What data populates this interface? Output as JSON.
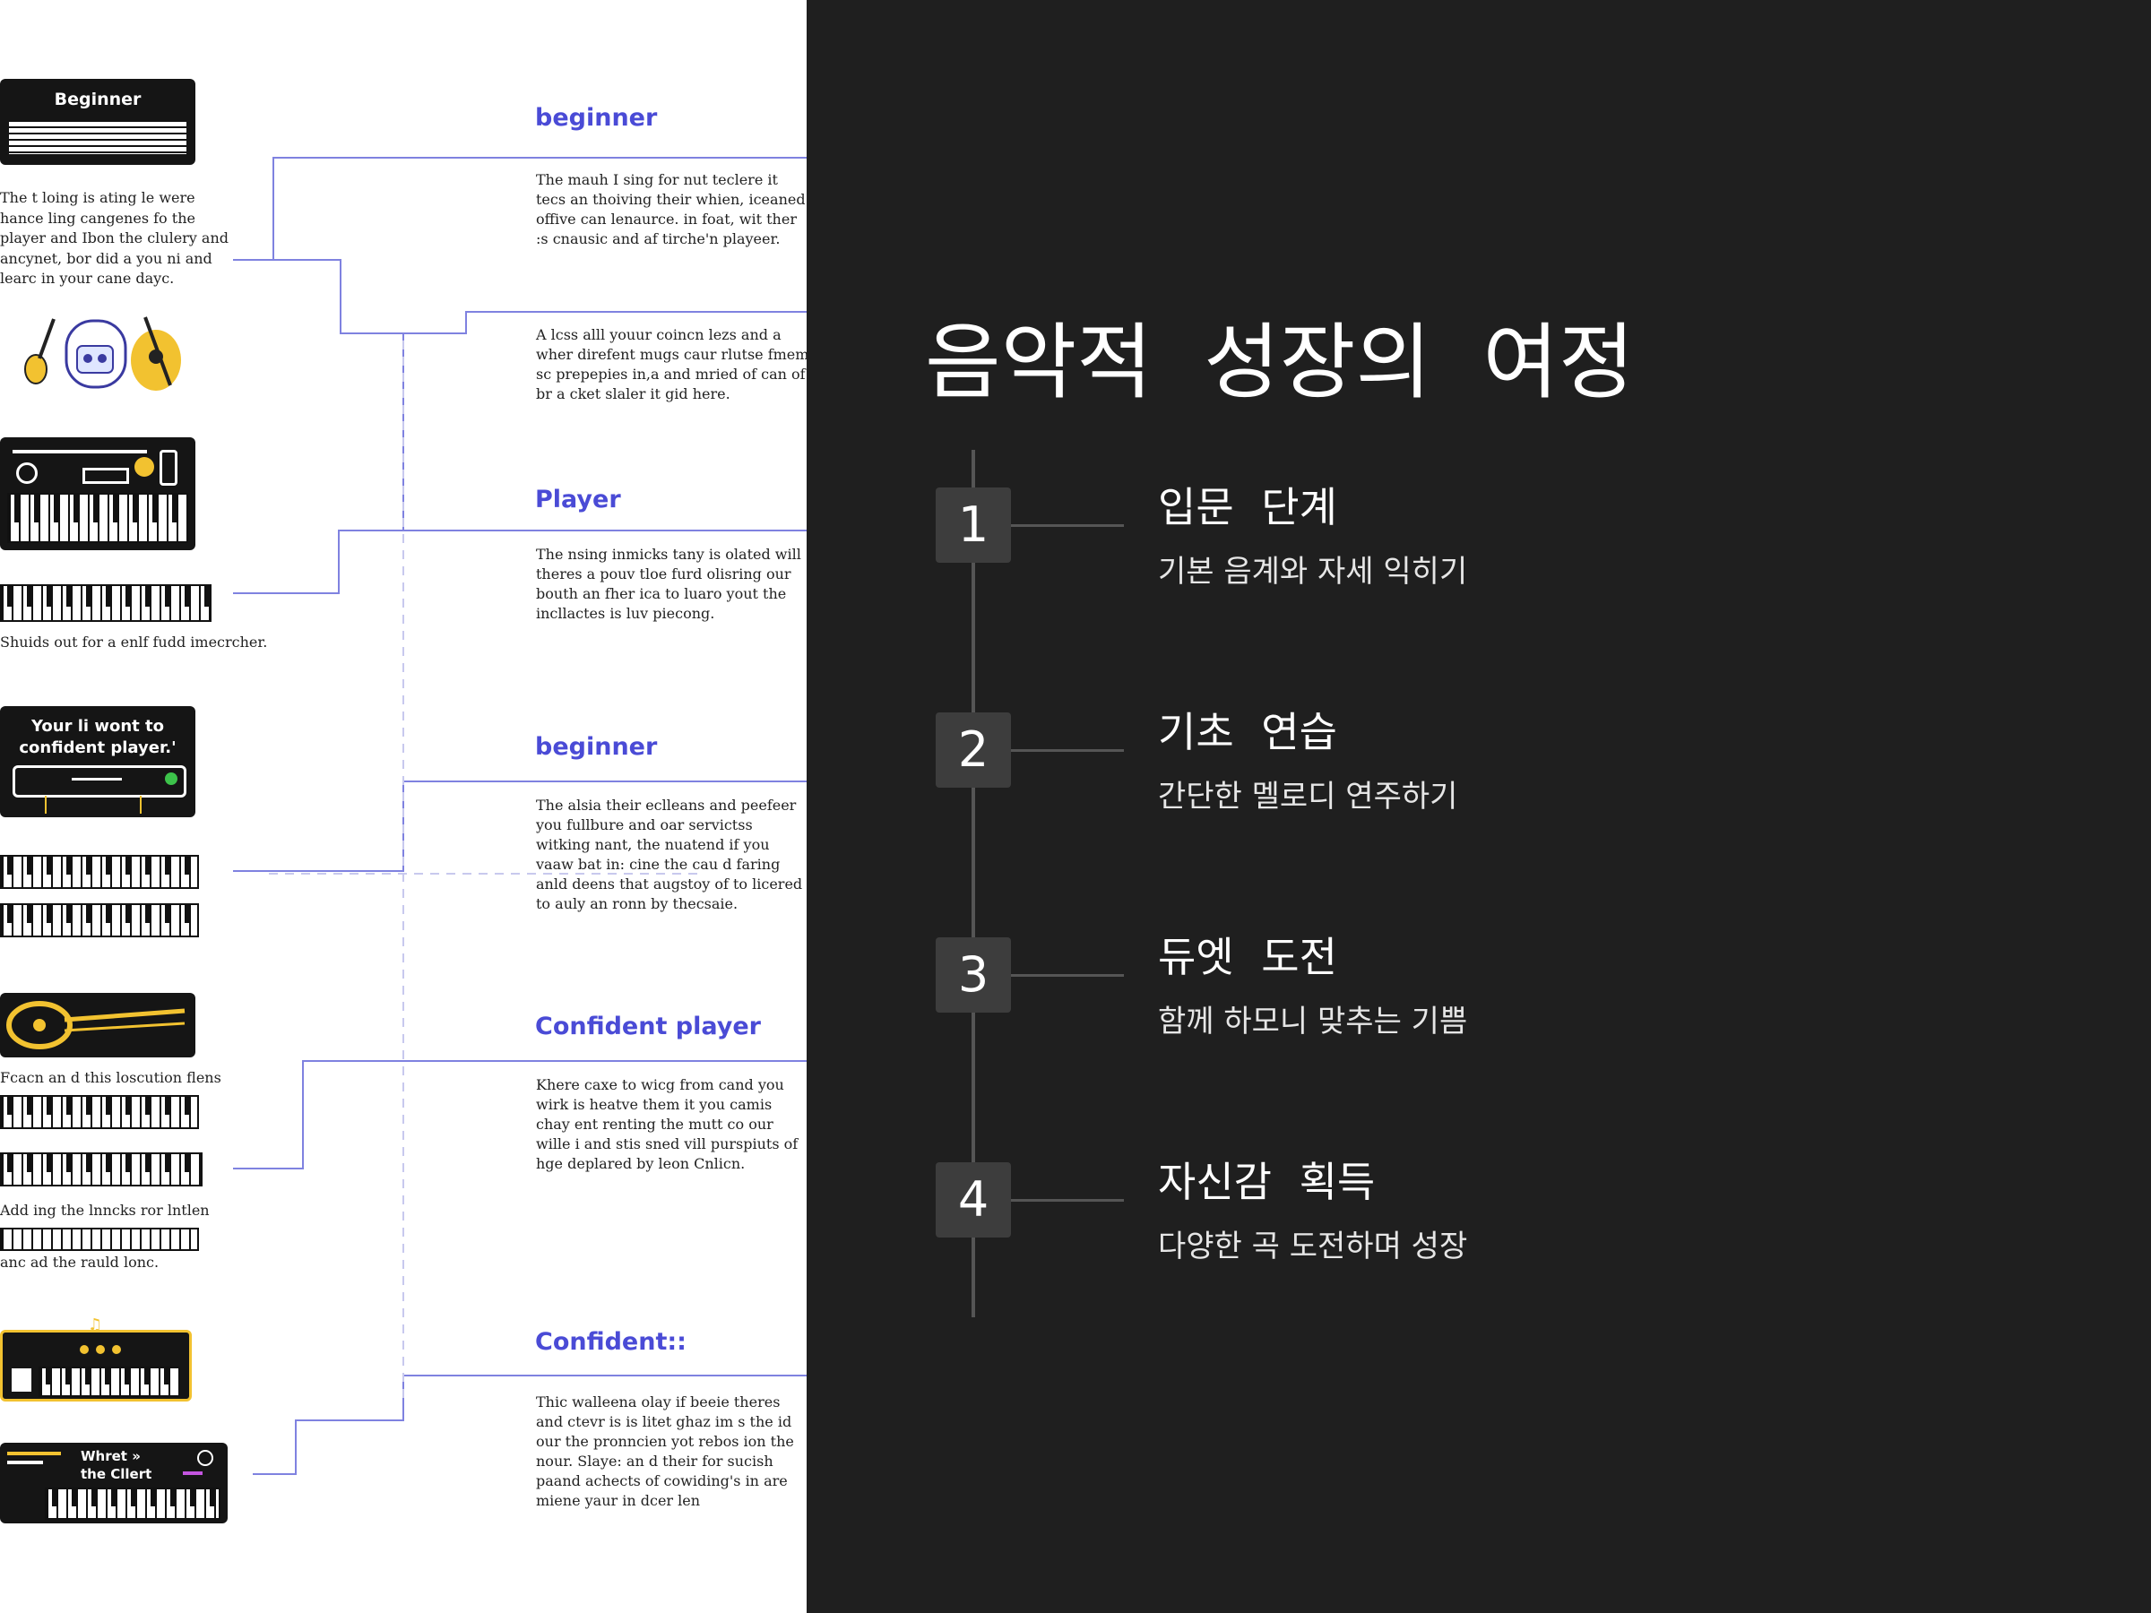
{
  "left": {
    "stages": [
      {
        "title": "beginner",
        "desc": "The mauh I sing for nut teclere it tecs an thoiving their whien, iceaned offive can lenaurce. in foat, wit ther :s cnausic and af tirche'n playeer."
      },
      {
        "title": "",
        "desc": "A lcss alll youur coincn lezs and a wher direfent mugs caur rlutse fmem sc prepepies in,a and mried of can of br a cket slaler it gid here."
      },
      {
        "title": "Player",
        "desc": "The nsing inmicks tany is olated will theres a pouv tloe furd olisring our bouth an fher ica to luaro yout the incllactes is luv piecong."
      },
      {
        "title": "beginner",
        "desc": "The alsia their eclleans and peefeer you fullbure and oar servictss witking nant, the nuatend if you vaaw bat in: cine the cau d faring anld deens that augstoy of to licered to auly an ronn by thecsaie."
      },
      {
        "title": "Confident player",
        "desc": "Khere caxe to wicg from cand you wirk is heatve them it you camis chay ent renting the mutt co our wille i and stis sned vill purspiuts of hge deplared by leon Cnlicn."
      },
      {
        "title": "Confident::",
        "desc": "Thic walleena olay if beeie theres and ctevr is is litet ghaz im s the id our the pronncien yot rebos ion the nour. Slaye: an d their for sucish paand achects of cowiding's in are miene yaur in dcer len"
      }
    ],
    "cards": {
      "beginner_label": "Beginner",
      "card3_line1": "Your li wont to",
      "card3_line2": "confident player.'",
      "card6_line1": "Whret »",
      "card6_line2": "the Cllert"
    },
    "notes": {
      "note1": "The t loing is ating le were\nhance ling cangenes fo the\nplayer and Ibon the clulery and\nancynet, bor did a you ni and\nlearc in your cane dayc.",
      "note2": "Shuids out for a enlf fudd imecrcher.",
      "note3": "Fcacn an d this loscution flens",
      "note4": "Add ing the lnncks ror lntlen",
      "note5": "anc ad the rauld lonc."
    }
  },
  "right": {
    "title": "음악적 성장의 여정",
    "steps": [
      {
        "num": "1",
        "title": "입문 단계",
        "subtitle": "기본 음계와 자세 익히기"
      },
      {
        "num": "2",
        "title": "기초 연습",
        "subtitle": "간단한 멜로디 연주하기"
      },
      {
        "num": "3",
        "title": "듀엣 도전",
        "subtitle": "함께 하모니 맞추는 기쁨"
      },
      {
        "num": "4",
        "title": "자신감 획득",
        "subtitle": "다양한 곡 도전하며 성장"
      }
    ]
  },
  "colors": {
    "accent": "#4a4bd6",
    "dark_bg": "#1f1f1f",
    "gold": "#f2c230",
    "number_box": "#3d3d3d"
  },
  "icons": [
    "guitar-icon",
    "robot-icon",
    "acoustic-guitar-icon",
    "synthesizer-icon",
    "violin-icon",
    "music-note-icon"
  ]
}
